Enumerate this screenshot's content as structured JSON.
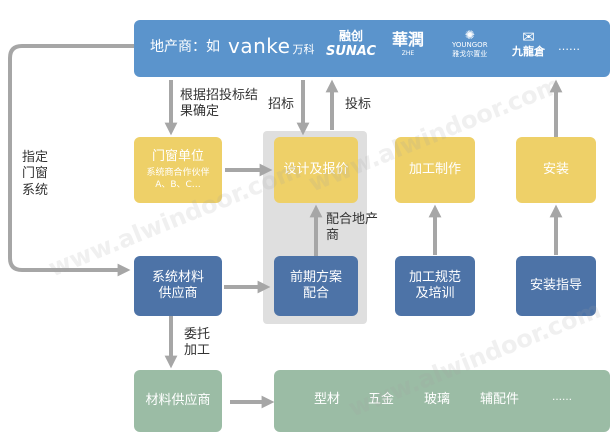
{
  "header": {
    "label": "地产商：如",
    "logos": [
      {
        "name": "vanke-logo",
        "text": "vanke",
        "sub": "万科"
      },
      {
        "name": "sunac-logo",
        "top": "融创",
        "text": "SUNAC"
      },
      {
        "name": "huarun-logo",
        "text": "華潤",
        "sub": "ZHE"
      },
      {
        "name": "younger-logo",
        "text": "YOUNGOR",
        "sub": "雅戈尔置业"
      },
      {
        "name": "jiulongcang-logo",
        "text": "九龍倉"
      }
    ],
    "ellipsis": "……"
  },
  "boxes": {
    "door_window": {
      "title": "门窗单位",
      "sub": "系统商合作伙伴A、B、C…"
    },
    "design": "设计及报价",
    "processing": "加工制作",
    "install": "安装",
    "supplier": "系统材料供应商",
    "preliminary": "前期方案配合",
    "training": "加工规范及培训",
    "guide": "安装指导",
    "material": "材料供应商"
  },
  "materials": [
    "型材",
    "五金",
    "玻璃",
    "辅配件",
    "……"
  ],
  "labels": {
    "bidding_result": "根据招投标结果确定",
    "invite_bid": "招标",
    "submit_bid": "投标",
    "designated": "指定门窗系统",
    "cooperate": "配合地产商",
    "entrust": "委托加工"
  },
  "watermark": "www.alwindoor.com",
  "colors": {
    "blue": "#5b94cc",
    "navy": "#4d73a7",
    "gold": "#eed068",
    "green": "#9bbca5",
    "arrow": "#a6a6a6",
    "panel": "#dfdfdf"
  }
}
